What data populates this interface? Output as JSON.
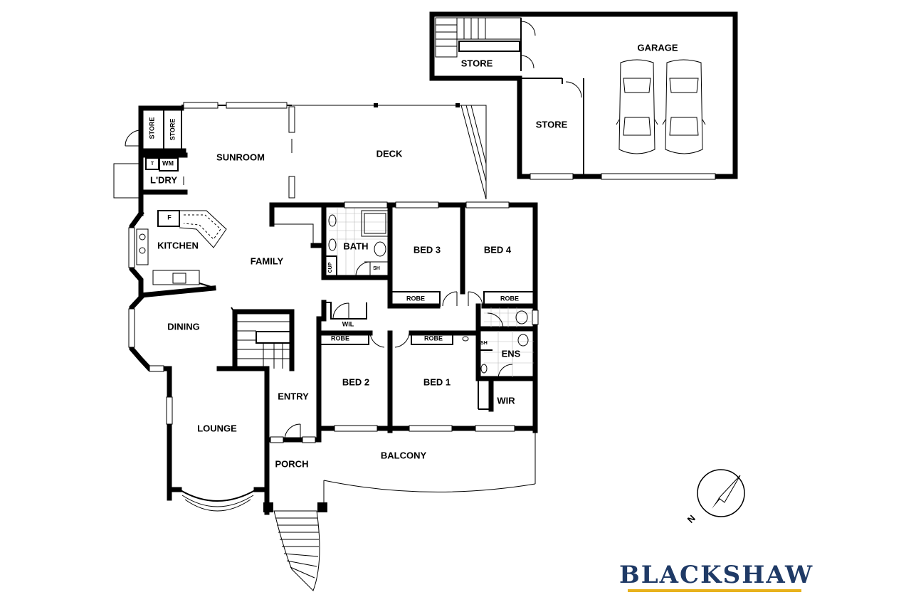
{
  "rooms": {
    "garage": "GARAGE",
    "store_top": "STORE",
    "store_garage": "STORE",
    "store_left_a": "STORE",
    "store_left_b": "STORE",
    "sunroom": "SUNROOM",
    "deck": "DECK",
    "laundry": "L'DRY",
    "wm": "WM",
    "t": "T",
    "fridge": "F",
    "kitchen": "KITCHEN",
    "family": "FAMILY",
    "bath": "BATH",
    "cup": "CUP",
    "sh_bath": "SH",
    "bed3": "BED 3",
    "bed4": "BED 4",
    "robe_bed3": "ROBE",
    "robe_bed4": "ROBE",
    "dining": "DINING",
    "wil": "WIL",
    "robe_bed2": "ROBE",
    "robe_bed1": "ROBE",
    "sh_ens": "SH",
    "ens": "ENS",
    "bed2": "BED 2",
    "bed1": "BED 1",
    "wir": "WIR",
    "entry": "ENTRY",
    "lounge": "LOUNGE",
    "porch": "PORCH",
    "balcony": "BALCONY"
  },
  "compass": {
    "label": "N",
    "icon": "north-arrow-icon"
  },
  "brand": {
    "name": "BLACKSHAW",
    "text_color": "#1f3a66",
    "bar_color": "#e8b21c"
  }
}
